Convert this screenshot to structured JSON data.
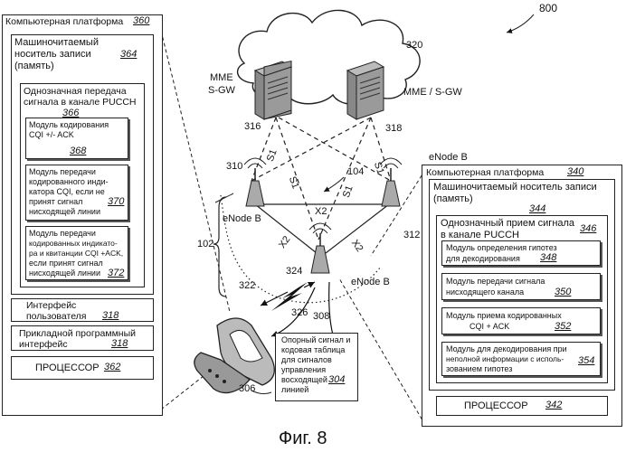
{
  "figure": {
    "ref": "800",
    "caption": "Фиг. 8"
  },
  "left_platform": {
    "title": "Компьютерная платформа",
    "num": "360",
    "memory": {
      "line1": "Машиночитаемый",
      "line2": "носитель записи",
      "line3": "(память)",
      "num": "364"
    },
    "pucch": {
      "line1": "Однозначная передача",
      "line2": "сигнала в канале PUCCH",
      "num": "366"
    },
    "mod368": {
      "line1": "Модуль кодирования",
      "line2": "CQI +/- ACK",
      "num": "368"
    },
    "mod370": {
      "line1": "Модуль передачи",
      "line2": "кодированного инди-",
      "line3": "катора CQI, если не",
      "line4": "принят сигнал",
      "line5": "нисходящей линии",
      "num": "370"
    },
    "mod372": {
      "line1": "Модуль передачи",
      "line2": "кодированных индикато-",
      "line3": "ра и квитанции CQI +ACK,",
      "line4": "если принят сигнал",
      "line5": "нисходящей линии",
      "num": "372"
    },
    "ui": {
      "line1": "Интерфейс",
      "line2": "пользователя",
      "num": "318"
    },
    "api": {
      "line1": "Прикладной программный",
      "line2": "интерфейс",
      "num": "318"
    },
    "cpu": {
      "label": "ПРОЦЕССОР",
      "num": "362"
    }
  },
  "right_platform": {
    "title": "Компьютерная платформа",
    "num": "340",
    "memory": {
      "line1": "Машиночитаемый носитель записи",
      "line2": "(память)",
      "num": "344"
    },
    "pucch": {
      "line1": "Однозначный прием сигнала",
      "line2": "в канале PUCCH",
      "num": "346"
    },
    "mod348": {
      "line1": "Модуль определения гипотез",
      "line2": "для декодирования",
      "num": "348"
    },
    "mod350": {
      "line1": "Модуль передачи сигнала",
      "line2": "нисходящего канала",
      "num": "350"
    },
    "mod352": {
      "line1": "Модуль приема кодированных",
      "line2": "CQI + ACK",
      "num": "352"
    },
    "mod354": {
      "line1": "Модуль для декодирования при",
      "line2": "неполной информации с исполь-",
      "line3": "зованием гипотез",
      "num": "354"
    },
    "cpu": {
      "label": "ПРОЦЕССОР",
      "num": "342"
    }
  },
  "network": {
    "cloud_num": "320",
    "mme_left": {
      "line1": "MME",
      "line2": "S-GW",
      "num": "316"
    },
    "mme_right": {
      "label": "MME / S-GW",
      "num": "318"
    },
    "enb_left": {
      "label": "eNode B",
      "num": "310"
    },
    "enb_right": {
      "label": "eNode B",
      "num": "312"
    },
    "enb_center": {
      "label": "eNode B",
      "num": "308"
    },
    "enb_top_label": "eNode B",
    "s1": "S1",
    "x2": "X2",
    "num104": "104",
    "num102": "102",
    "num322": "322",
    "num324": "324",
    "num326": "326",
    "num306": "306"
  },
  "callout": {
    "line1": "Опорный сигнал и",
    "line2": "кодовая таблица",
    "line3": "для сигналов",
    "line4": "управления",
    "line5": "восходящей",
    "line6": "линией",
    "num": "304"
  }
}
